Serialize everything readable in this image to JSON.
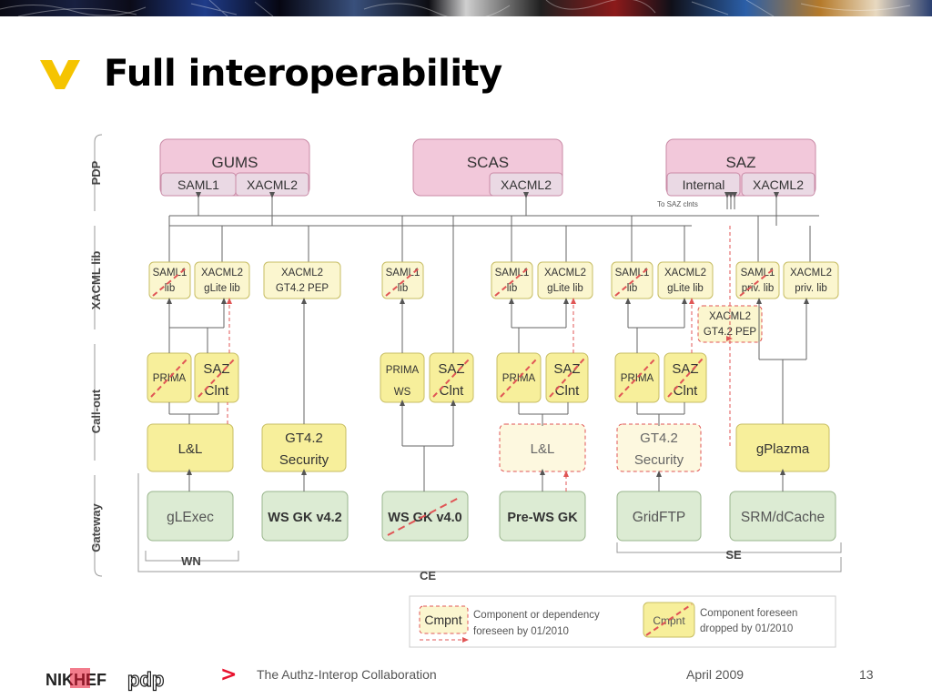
{
  "slide": {
    "title": "Full interoperability",
    "page_number": "13",
    "footer_text": "The Authz-Interop Collaboration",
    "footer_date": "April 2009",
    "footer_arrow": ">",
    "logos": {
      "nikhef": "NIKHEF",
      "pdp": "pdp"
    }
  },
  "colors": {
    "pdp_fill": "#f2c8da",
    "pdp_stroke": "#c98aa6",
    "sub_fill": "#ead9e4",
    "xacml_fill": "#fbf6cf",
    "xacml_stroke": "#c7bd63",
    "callout_fill": "#f7ef9b",
    "gateway_fill": "#dcebd3",
    "gateway_stroke": "#99b58c",
    "red_dash": "#e05555",
    "accent_yellow": "#f5c400",
    "footer_red": "#e8112d"
  },
  "layers": [
    "PDP",
    "XACML lib",
    "Call-out",
    "Gateway"
  ],
  "pdp": {
    "gums": {
      "name": "GUMS",
      "sub": [
        "SAML1",
        "XACML2"
      ]
    },
    "scas": {
      "name": "SCAS",
      "sub": [
        "XACML2"
      ]
    },
    "saz": {
      "name": "SAZ",
      "sub": [
        "Internal",
        "XACML2"
      ],
      "note": "To SAZ clnts"
    }
  },
  "xacml_lib": [
    [
      "SAML1",
      "lib"
    ],
    [
      "XACML2",
      "gLite lib"
    ],
    [
      "XACML2",
      "GT4.2 PEP"
    ],
    [
      "SAML1",
      "lib"
    ],
    [
      "SAML1",
      "lib"
    ],
    [
      "XACML2",
      "gLite lib"
    ],
    [
      "SAML1",
      "lib"
    ],
    [
      "XACML2",
      "gLite lib"
    ],
    [
      "SAML1",
      "priv. lib"
    ],
    [
      "XACML2",
      "priv. lib"
    ],
    [
      "XACML2",
      "GT4.2 PEP"
    ]
  ],
  "callouts": [
    [
      "PRIMA",
      ""
    ],
    [
      "SAZ",
      "Clnt"
    ],
    [
      "PRIMA",
      "WS"
    ],
    [
      "SAZ",
      "Clnt"
    ],
    [
      "PRIMA",
      ""
    ],
    [
      "SAZ",
      "Clnt"
    ],
    [
      "PRIMA",
      ""
    ],
    [
      "SAZ",
      "Clnt"
    ]
  ],
  "midlayer": [
    [
      "L&L",
      ""
    ],
    [
      "GT4.2",
      "Security"
    ],
    [
      "L&L",
      ""
    ],
    [
      "GT4.2",
      "Security"
    ],
    [
      "gPlazma",
      ""
    ]
  ],
  "gateways": [
    "gLExec",
    "WS GK v4.2",
    "WS GK v4.0",
    "Pre-WS GK",
    "GridFTP",
    "SRM/dCache"
  ],
  "groups": {
    "wn": "WN",
    "se": "SE",
    "ce": "CE"
  },
  "legend": {
    "sample": "Cmpnt",
    "foreseen_line1": "Component or dependency",
    "foreseen_line2": "foreseen by 01/2010",
    "dropped_line1": "Component foreseen",
    "dropped_line2": "dropped by 01/2010"
  }
}
